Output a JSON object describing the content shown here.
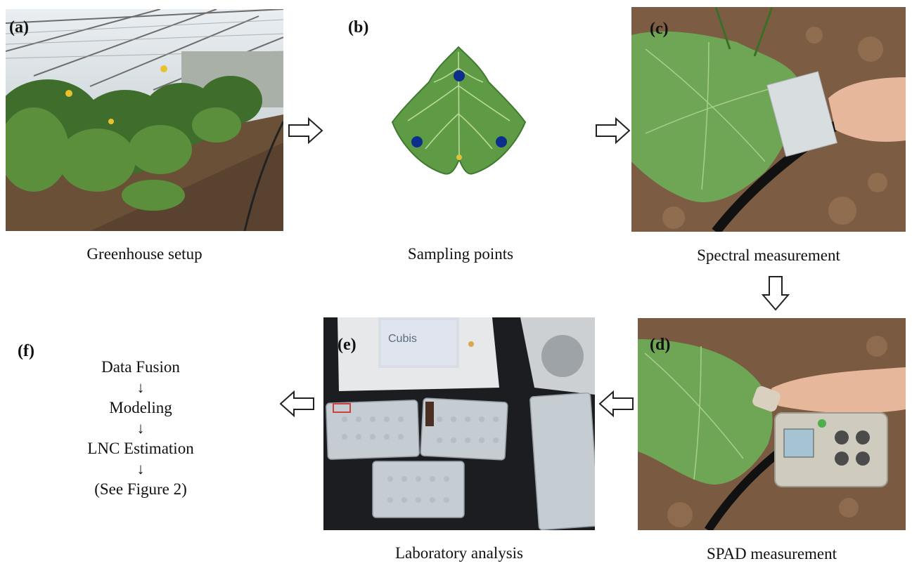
{
  "panels": {
    "a": {
      "label": "(a)",
      "caption": "Greenhouse setup",
      "icon": "greenhouse-photo"
    },
    "b": {
      "label": "(b)",
      "caption": "Sampling points",
      "icon": "leaf-sampling-photo"
    },
    "c": {
      "label": "(c)",
      "caption": "Spectral measurement",
      "icon": "spectrometer-photo"
    },
    "d": {
      "label": "(d)",
      "caption": "SPAD measurement",
      "icon": "spad-meter-photo"
    },
    "e": {
      "label": "(e)",
      "caption": "Laboratory analysis",
      "icon": "lab-balance-photo",
      "device_text": "Cubis"
    },
    "f": {
      "label": "(f)"
    }
  },
  "flow": {
    "steps": [
      "Data Fusion",
      "Modeling",
      "LNC Estimation",
      "(See Figure 2)"
    ],
    "connector": "↓"
  },
  "colors": {
    "leaf": "#5f9b45",
    "leaf_dark": "#3f7a30",
    "sample_dot": "#0d2e8a",
    "soil": "#7a5a40"
  }
}
